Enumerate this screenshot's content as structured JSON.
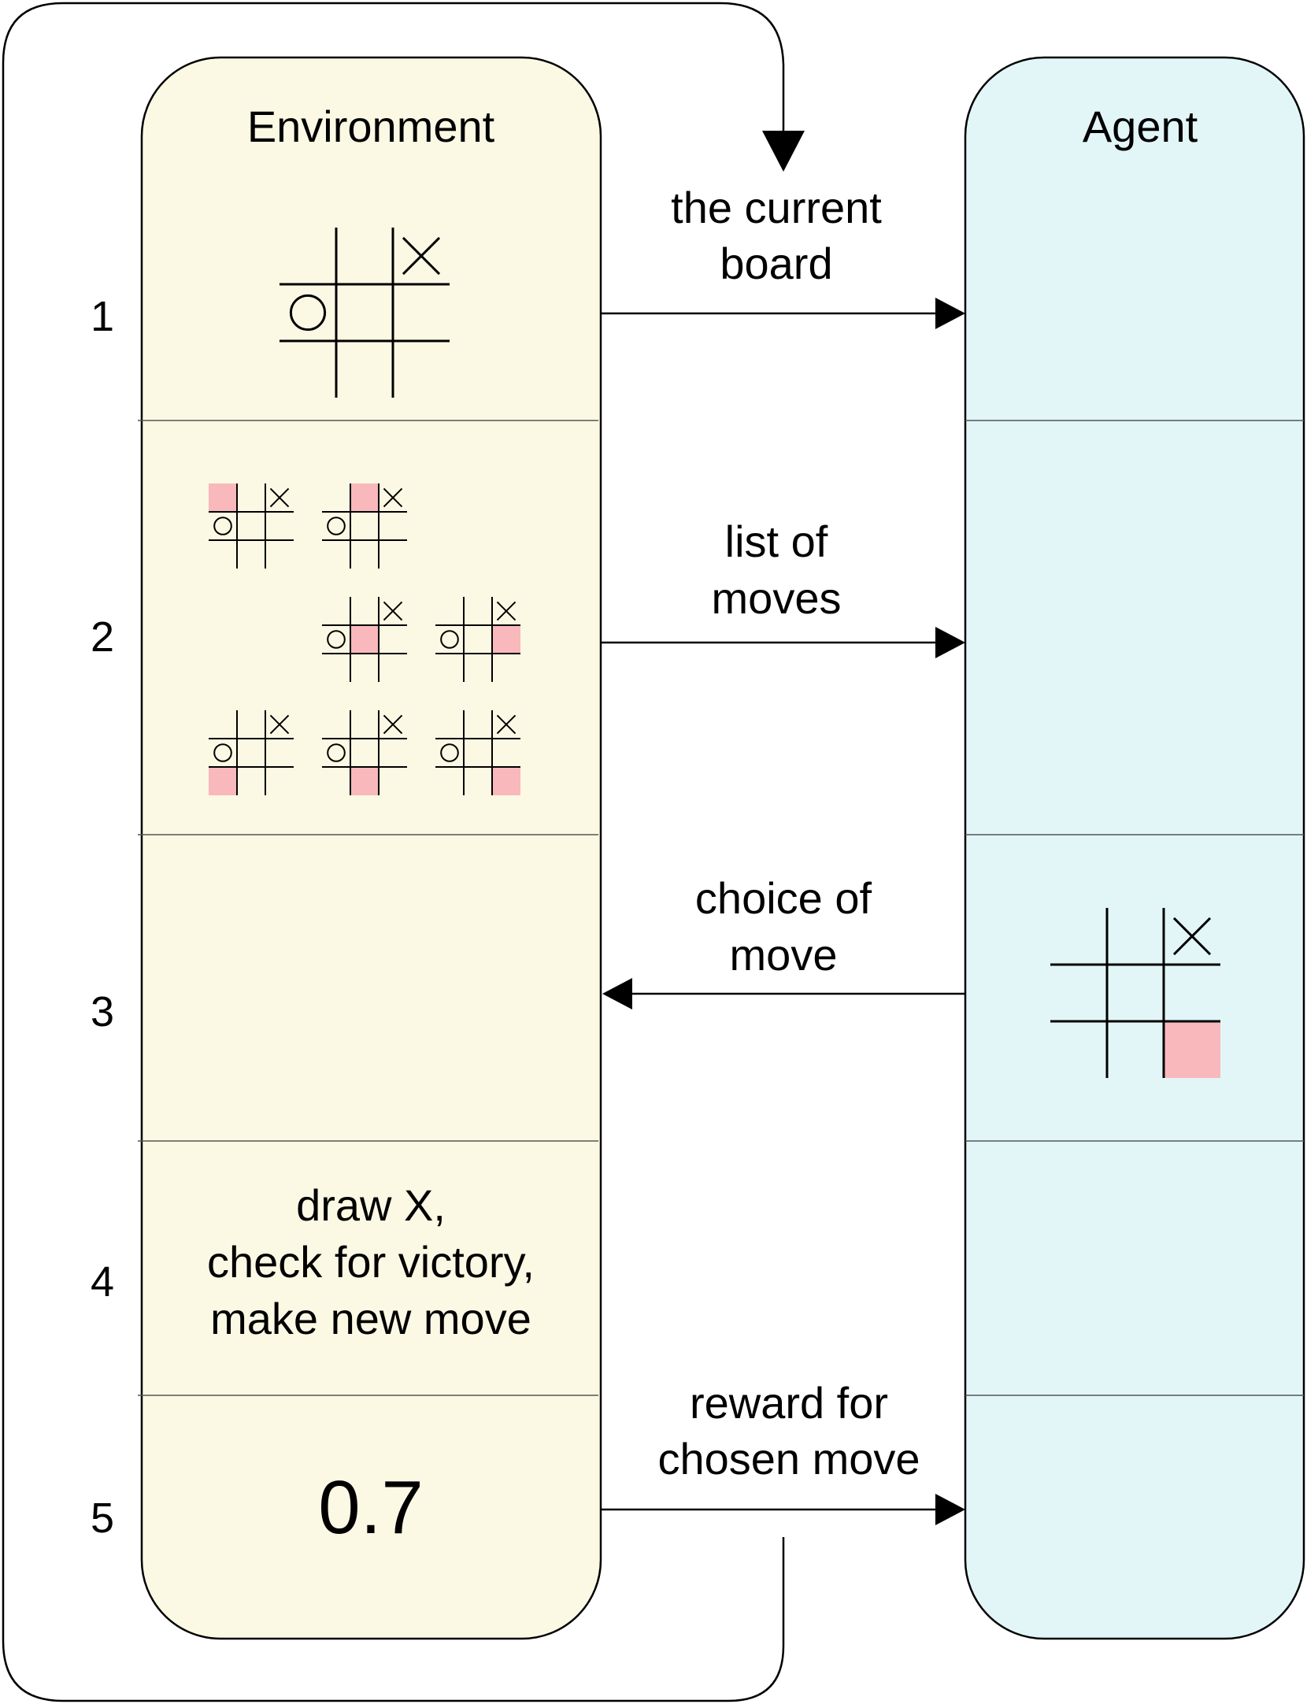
{
  "environment": {
    "title": "Environment",
    "fill": "#FBF9E4",
    "step4_lines": [
      "draw X,",
      "check for victory,",
      "make new move"
    ],
    "reward_value": "0.7"
  },
  "agent": {
    "title": "Agent",
    "fill": "#E2F6F8"
  },
  "steps": [
    "1",
    "2",
    "3",
    "4",
    "5"
  ],
  "arrows": {
    "current_board": [
      "the current",
      "board"
    ],
    "list_of_moves": [
      "list of",
      "moves"
    ],
    "choice_of_move": [
      "choice of",
      "move"
    ],
    "reward": [
      "reward for",
      "chosen move"
    ]
  },
  "colors": {
    "highlight": "#F8B8BC",
    "stroke": "#000000"
  },
  "icons": {
    "board": "tic-tac-toe-board-icon",
    "x_mark": "x-mark-icon",
    "o_mark": "o-mark-icon"
  }
}
